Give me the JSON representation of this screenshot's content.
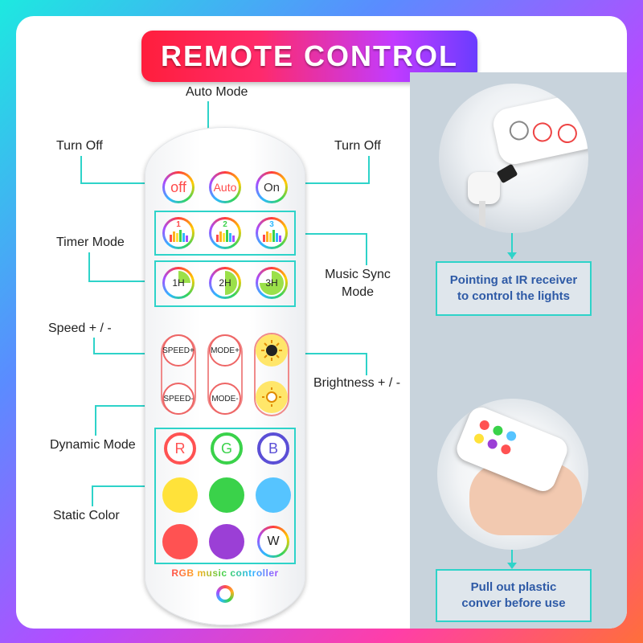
{
  "title": "REMOTE CONTROL",
  "labels": {
    "auto_mode": "Auto Mode",
    "turn_off_left": "Turn Off",
    "turn_off_right": "Turn Off",
    "timer_mode": "Timer Mode",
    "music_sync_line1": "Music Sync",
    "music_sync_line2": "Mode",
    "speed": "Speed + / -",
    "brightness": "Brightness + / -",
    "dynamic_mode": "Dynamic Mode",
    "static_color": "Static Color"
  },
  "remote": {
    "top_buttons": [
      "off",
      "Auto",
      "On"
    ],
    "music_buttons": [
      "1",
      "2",
      "3"
    ],
    "timer_buttons": [
      "1H",
      "2H",
      "3H"
    ],
    "speed_plus": "SPEED+",
    "speed_minus": "SPEED-",
    "mode_plus": "MODE+",
    "mode_minus": "MODE-",
    "rgb_buttons": [
      "R",
      "G",
      "B"
    ],
    "white_button": "W",
    "brand_text": "RGB music controller",
    "colors": {
      "yellow": "#ffe23a",
      "green": "#3ad24a",
      "sky": "#56c4ff",
      "red": "#ff5252",
      "purple": "#9b3fd6",
      "accent_line": "#2ed3c9"
    }
  },
  "info": {
    "top_line1": "Pointing at IR receiver",
    "top_line2": "to control the lights",
    "bottom_line1": "Pull out plastic",
    "bottom_line2": "conver before use"
  }
}
